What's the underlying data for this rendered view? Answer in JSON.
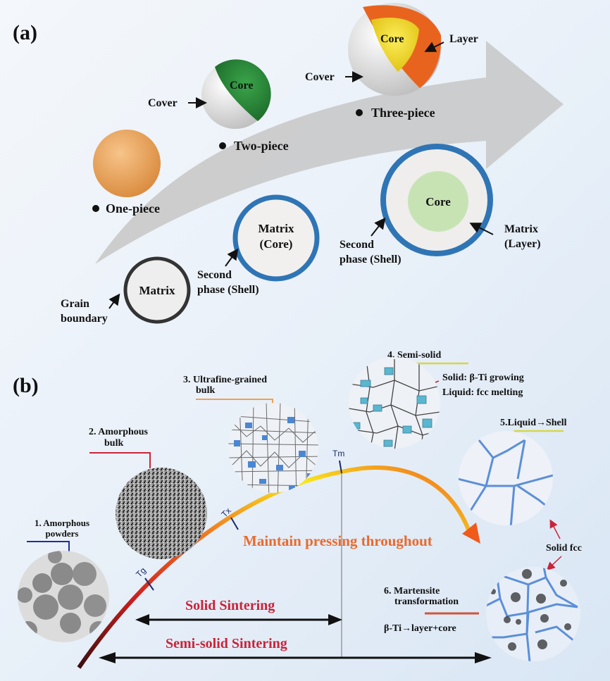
{
  "panel_a": {
    "label": "(a)",
    "golf_balls": {
      "one_piece": {
        "caption": "One-piece",
        "color": "#e8a25a"
      },
      "two_piece": {
        "caption": "Two-piece",
        "core_label": "Core",
        "cover_label": "Cover",
        "core_color": "#2e8b3e"
      },
      "three_piece": {
        "caption": "Three-piece",
        "core_label": "Core",
        "layer_label": "Layer",
        "cover_label": "Cover",
        "core_color": "#f2d21c",
        "layer_color": "#e8641e"
      }
    },
    "microstructures": {
      "single": {
        "center_label": "Matrix",
        "annotation_line1": "Grain",
        "annotation_line2": "boundary"
      },
      "core_shell": {
        "center_line1": "Matrix",
        "center_line2": "(Core)",
        "annotation_line1": "Second",
        "annotation_line2": "phase (Shell)",
        "shell_color": "#2f75b5"
      },
      "core_layer_shell": {
        "center_label": "Core",
        "annotation_left_line1": "Second",
        "annotation_left_line2": "phase (Shell)",
        "annotation_right_line1": "Matrix",
        "annotation_right_line2": "(Layer)",
        "core_color": "#c7e3b4",
        "shell_color": "#2f75b5"
      }
    }
  },
  "panel_b": {
    "label": "(b)",
    "stages": [
      {
        "label_line1": "1. Amorphous",
        "label_line2": "powders",
        "leader_color": "#1f2f9a"
      },
      {
        "label_line1": "2. Amorphous",
        "label_line2": "bulk",
        "leader_color": "#c8243a"
      },
      {
        "label_line1": "3. Ultrafine-grained",
        "label_line2": "bulk",
        "leader_color": "#f0a050"
      },
      {
        "label_line1": "4. Semi-solid",
        "leader_color": "#d6d64a",
        "note_line1": "Solid: β-Ti growing",
        "note_line2": "Liquid: fcc melting"
      },
      {
        "label_line1": "5.Liquid→Shell",
        "leader_color": "#d6d64a"
      },
      {
        "label_line1": "6. Martensite",
        "label_line2": "transformation",
        "note": "β-Ti→layer+core",
        "leader_color": "#d0553a"
      }
    ],
    "solid_fcc_label": "Solid fcc",
    "temperature_marks": [
      "Tg",
      "Tx",
      "Tm"
    ],
    "curve_caption": "Maintain  pressing throughout",
    "solid_sintering": "Solid Sintering",
    "semi_solid_sintering": "Semi-solid Sintering"
  }
}
